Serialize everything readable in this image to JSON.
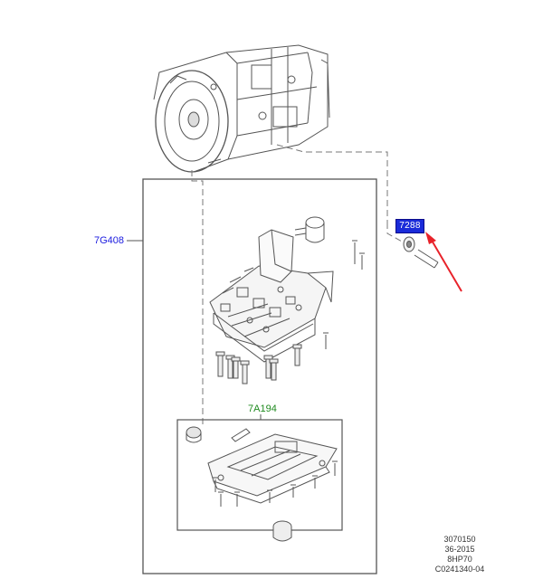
{
  "callouts": {
    "valve_body": "7G408",
    "oil_pan": "7A194",
    "highlighted_part": "7288"
  },
  "reference_codes": [
    "3070150",
    "36-2015",
    "8HP70",
    "C0241340-04"
  ],
  "colors": {
    "label_blue": "#1a1adf",
    "label_green": "#1f8a1f",
    "highlight_box": "#1a2bd9",
    "arrow_red": "#e8222a",
    "line_art": "#555555"
  }
}
